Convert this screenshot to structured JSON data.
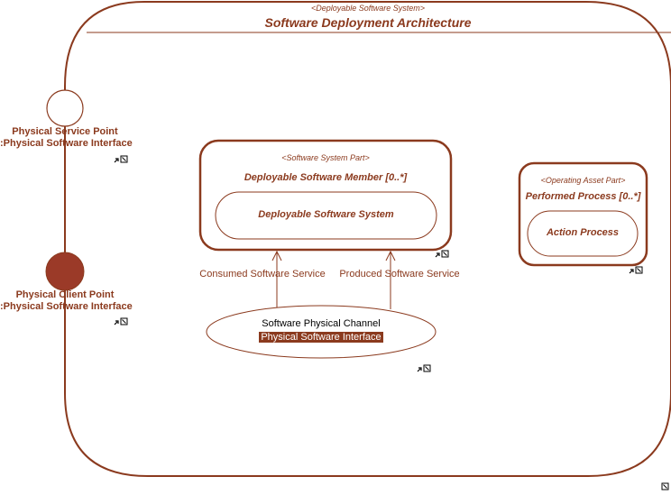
{
  "colors": {
    "stroke": "#8b3a1e",
    "fill": "#9b3a28",
    "background": "#ffffff"
  },
  "system": {
    "stereotype": "<Deployable Software System>",
    "title": "Software Deployment Architecture"
  },
  "ports": {
    "service": {
      "line1": "Physical Service Point",
      "line2": ":Physical Software Interface"
    },
    "client": {
      "line1": "Physical Client Point",
      "line2": ":Physical Software Interface"
    }
  },
  "software_part": {
    "stereotype": "<Software System Part>",
    "title": "Deployable Software Member [0..*]",
    "inner": "Deployable Software System"
  },
  "asset_part": {
    "stereotype": "<Operating Asset Part>",
    "title": "Performed Process [0..*]",
    "inner": "Action Process"
  },
  "connectors": {
    "consumed": "Consumed Software Service",
    "produced": "Produced Software Service"
  },
  "channel": {
    "name": "Software Physical Channel",
    "type": "Physical Software Interface"
  },
  "icons": [
    "link-arrow-icon",
    "expand-icon"
  ]
}
